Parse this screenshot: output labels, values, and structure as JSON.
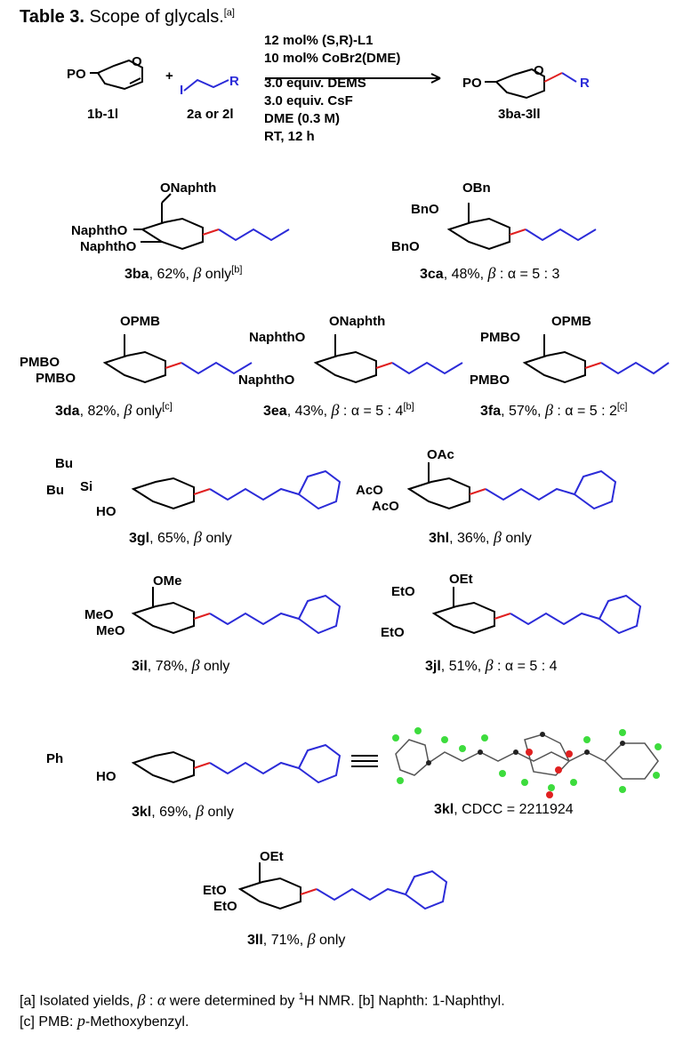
{
  "title": {
    "bold": "Table 3.",
    "text": " Scope of glycals.",
    "note": "[a]"
  },
  "scheme": {
    "plus": "+",
    "reactant1_label": "1b-1l",
    "reactant2_label": "2a or 2l",
    "product_label": "3ba-3ll",
    "conditions": [
      "12 mol% (S,R)-L1",
      "10 mol% CoBr2(DME)",
      "3.0 equiv. DEMS",
      "3.0 equiv. CsF",
      "DME (0.3 M)",
      "RT, 12 h"
    ]
  },
  "compounds": [
    {
      "id": "3ba",
      "yield": ", 62%, ",
      "sel": "β",
      "selText": " only",
      "note": "[b]"
    },
    {
      "id": "3ca",
      "yield": ", 48%, ",
      "sel": "β",
      "selText": " : α  = 5 : 3",
      "note": ""
    },
    {
      "id": "3da",
      "yield": ", 82%, ",
      "sel": "β",
      "selText": " only",
      "note": "[c]"
    },
    {
      "id": "3ea",
      "yield": ", 43%, ",
      "sel": "β",
      "selText": " : α  = 5 : 4",
      "note": "[b]"
    },
    {
      "id": "3fa",
      "yield": ", 57%, ",
      "sel": "β",
      "selText": " : α  = 5 : 2",
      "note": "[c]"
    },
    {
      "id": "3gl",
      "yield": ", 65%, ",
      "sel": "β",
      "selText": " only",
      "note": ""
    },
    {
      "id": "3hl",
      "yield": ", 36%, ",
      "sel": "β",
      "selText": " only",
      "note": ""
    },
    {
      "id": "3il",
      "yield": ", 78%, ",
      "sel": "β",
      "selText": " only",
      "note": ""
    },
    {
      "id": "3jl",
      "yield": ", 51%,  ",
      "sel": "β",
      "selText": " : α  = 5 : 4",
      "note": ""
    },
    {
      "id": "3kl",
      "yield": ", 69%, ",
      "sel": "β",
      "selText": " only",
      "note": ""
    },
    {
      "id": "3kl",
      "yield": ", CDCC = 2211924",
      "sel": "",
      "selText": "",
      "note": ""
    },
    {
      "id": "3ll",
      "yield": ", 71%, ",
      "sel": "β",
      "selText": " only",
      "note": ""
    }
  ],
  "substituents": {
    "ONaphth": "ONaphth",
    "NaphthO": "NaphthO",
    "OBn": "OBn",
    "BnO": "BnO",
    "OPMB": "OPMB",
    "PMBO": "PMBO",
    "tBu": "Bu",
    "Si": "Si",
    "HO": "HO",
    "OAc": "OAc",
    "AcO": "AcO",
    "OMe": "OMe",
    "MeO": "MeO",
    "OEt": "OEt",
    "EtO": "EtO",
    "Ph": "Ph",
    "O": "O",
    "PO": "PO",
    "I": "I",
    "R": "R"
  },
  "footnotes": {
    "a": "[a] Isolated yields, ",
    "a2": " were determined by ",
    "a3": "H NMR. [b] Naphth: 1-Naphthyl.",
    "c": "[c] PMB: ",
    "c2": "p",
    "c3": "-Methoxybenzyl."
  },
  "colors": {
    "blue": "#2b2bd8",
    "red": "#e02020",
    "green": "#3ddc3d"
  }
}
